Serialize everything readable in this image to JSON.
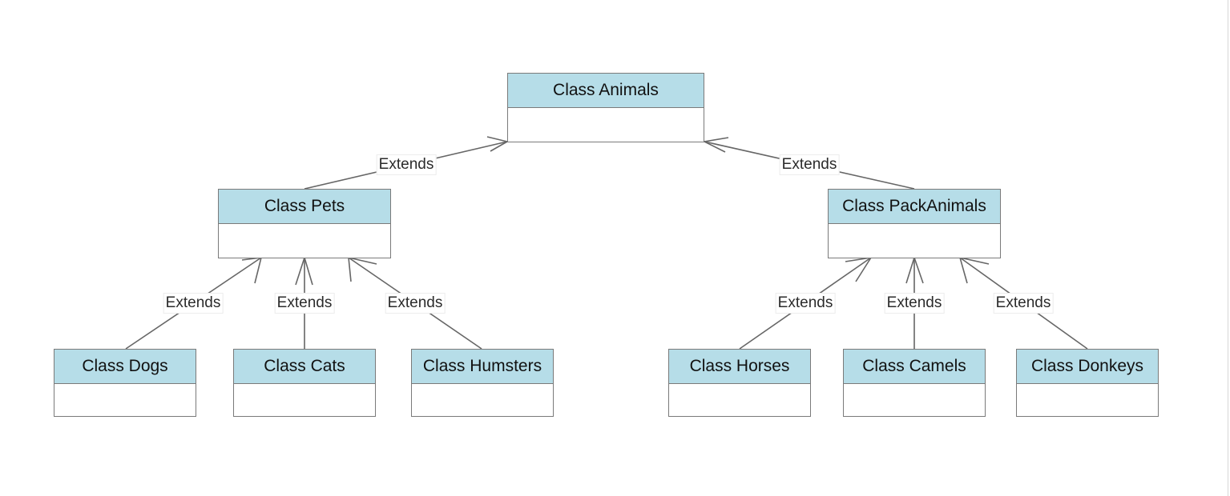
{
  "diagram": {
    "classes": {
      "animals": "Class Animals",
      "pets": "Class Pets",
      "pack_animals": "Class PackAnimals",
      "dogs": "Class Dogs",
      "cats": "Class Cats",
      "humsters": "Class Humsters",
      "horses": "Class Horses",
      "camels": "Class Camels",
      "donkeys": "Class Donkeys"
    },
    "relations": [
      {
        "from": "pets",
        "to": "animals",
        "label": "Extends"
      },
      {
        "from": "pack_animals",
        "to": "animals",
        "label": "Extends"
      },
      {
        "from": "dogs",
        "to": "pets",
        "label": "Extends"
      },
      {
        "from": "cats",
        "to": "pets",
        "label": "Extends"
      },
      {
        "from": "humsters",
        "to": "pets",
        "label": "Extends"
      },
      {
        "from": "horses",
        "to": "pack_animals",
        "label": "Extends"
      },
      {
        "from": "camels",
        "to": "pack_animals",
        "label": "Extends"
      },
      {
        "from": "donkeys",
        "to": "pack_animals",
        "label": "Extends"
      }
    ],
    "colors": {
      "header_fill": "#b6dde8",
      "border": "#7a7a7a",
      "edge": "#666666"
    }
  }
}
